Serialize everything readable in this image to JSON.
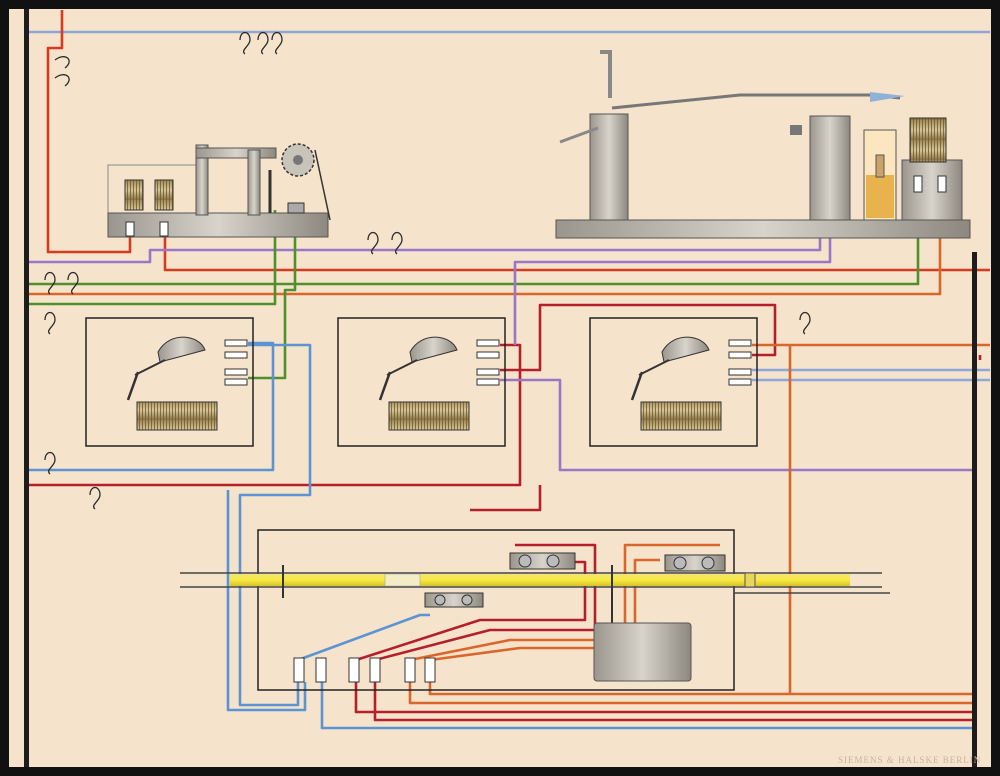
{
  "plate": {
    "background": "#f6e3cb",
    "frame_color": "#111111",
    "signature": "SIEMENS & HALSKE BERLIN"
  },
  "wire_colors": {
    "blue": "#8fa6d8",
    "light_blue": "#5b93d3",
    "red": "#d63b1f",
    "dark_red": "#b51f2c",
    "orange": "#d9662a",
    "green": "#4f8f2c",
    "purple": "#9a76c8",
    "busbar": "#1d1d1d"
  },
  "components": [
    {
      "id": "telegraph-receiver",
      "kind": "relay-sounder"
    },
    {
      "id": "recording-instrument",
      "kind": "pen-recorder"
    },
    {
      "id": "relay-box-1",
      "kind": "relay"
    },
    {
      "id": "relay-box-2",
      "kind": "relay"
    },
    {
      "id": "relay-box-3",
      "kind": "relay"
    },
    {
      "id": "rail-contact-panel",
      "kind": "track-contact"
    }
  ]
}
